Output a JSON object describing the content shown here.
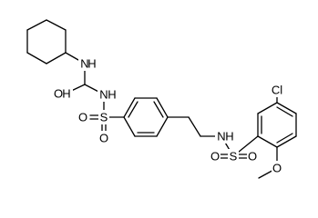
{
  "colors": {
    "background": "#ffffff",
    "ink": "#000000"
  },
  "atoms": {
    "nh_urea": "N",
    "h_urea": "H",
    "o_urea": "O",
    "h_hydroxy": "H",
    "n_sulfonyl": "N",
    "h_sulfonyl": "H",
    "o_sulfonyl_left": "O",
    "s_left": "S",
    "o_sulfonyl_right": "O",
    "n_amide": "N",
    "h_amide": "H",
    "cl": "Cl",
    "o_lower_left": "O",
    "s_lower": "S",
    "o_lower_right": "O",
    "o_methoxy": "O"
  }
}
